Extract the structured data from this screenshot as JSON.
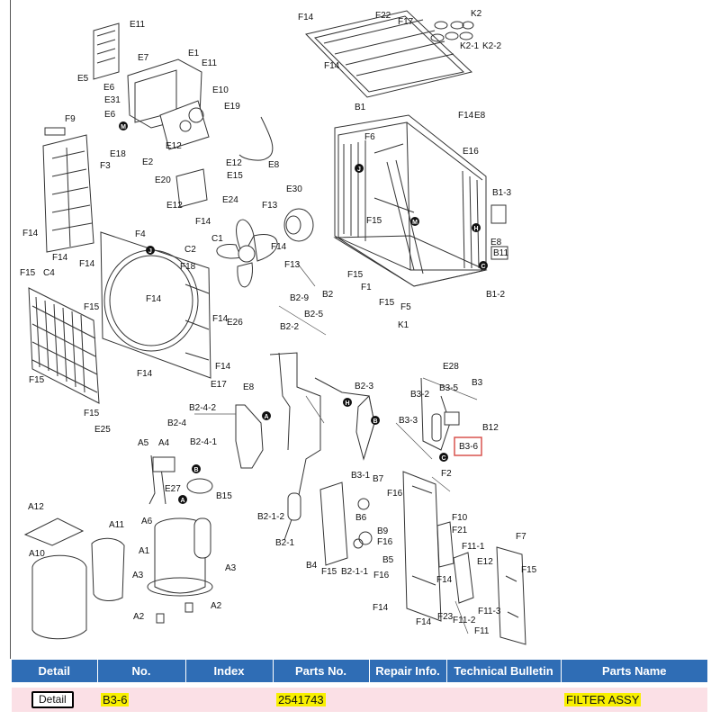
{
  "labels": [
    [
      "F14",
      331,
      22
    ],
    [
      "F22",
      417,
      20
    ],
    [
      "F17",
      442,
      27
    ],
    [
      "K2",
      523,
      18
    ],
    [
      "K2-1",
      511,
      54
    ],
    [
      "K2-2",
      536,
      54
    ],
    [
      "F14",
      360,
      76
    ],
    [
      "F14",
      509,
      131
    ],
    [
      "E8",
      527,
      131
    ],
    [
      "E16",
      514,
      171
    ],
    [
      "B1",
      394,
      122
    ],
    [
      "F6",
      405,
      155
    ],
    [
      "B1-3",
      547,
      217
    ],
    [
      "E8",
      545,
      272
    ],
    [
      "B11",
      548,
      284
    ],
    [
      "B1-2",
      540,
      330
    ],
    [
      "K1",
      442,
      364
    ],
    [
      "F5",
      445,
      344
    ],
    [
      "F15",
      421,
      339
    ],
    [
      "F1",
      401,
      322
    ],
    [
      "F15",
      386,
      308
    ],
    [
      "F15",
      407,
      248
    ],
    [
      "E11",
      144,
      30
    ],
    [
      "E7",
      153,
      67
    ],
    [
      "E1",
      209,
      62
    ],
    [
      "E11",
      224,
      73
    ],
    [
      "E5",
      86,
      90
    ],
    [
      "E6",
      115,
      100
    ],
    [
      "E10",
      236,
      103
    ],
    [
      "E31",
      116,
      114
    ],
    [
      "E6",
      116,
      130
    ],
    [
      "E19",
      249,
      121
    ],
    [
      "E18",
      122,
      174
    ],
    [
      "E2",
      158,
      183
    ],
    [
      "E12",
      184,
      165
    ],
    [
      "E8",
      298,
      186
    ],
    [
      "F9",
      72,
      135
    ],
    [
      "F3",
      111,
      187
    ],
    [
      "E20",
      172,
      203
    ],
    [
      "E12",
      251,
      184
    ],
    [
      "E15",
      252,
      198
    ],
    [
      "E12",
      185,
      231
    ],
    [
      "E24",
      247,
      225
    ],
    [
      "F14",
      217,
      249
    ],
    [
      "E30",
      318,
      213
    ],
    [
      "F13",
      291,
      231
    ],
    [
      "C1",
      235,
      268
    ],
    [
      "C2",
      205,
      280
    ],
    [
      "F14",
      301,
      277
    ],
    [
      "F13",
      316,
      297
    ],
    [
      "F18",
      200,
      299
    ],
    [
      "F4",
      150,
      263
    ],
    [
      "F14",
      25,
      262
    ],
    [
      "F14",
      58,
      289
    ],
    [
      "F14",
      88,
      296
    ],
    [
      "F15",
      22,
      306
    ],
    [
      "C4",
      48,
      306
    ],
    [
      "F15",
      93,
      344
    ],
    [
      "F14",
      162,
      335
    ],
    [
      "F14",
      236,
      357
    ],
    [
      "E26",
      252,
      361
    ],
    [
      "F14",
      239,
      410
    ],
    [
      "F14",
      152,
      418
    ],
    [
      "F15",
      32,
      425
    ],
    [
      "F15",
      93,
      462
    ],
    [
      "B2",
      358,
      330
    ],
    [
      "B2-9",
      322,
      334
    ],
    [
      "B2-5",
      338,
      352
    ],
    [
      "B2-2",
      311,
      366
    ],
    [
      "E17",
      234,
      430
    ],
    [
      "E8",
      270,
      433
    ],
    [
      "B2-4-2",
      210,
      456
    ],
    [
      "B2-4",
      186,
      473
    ],
    [
      "B2-4-1",
      211,
      494
    ],
    [
      "B2-3",
      394,
      432
    ],
    [
      "E28",
      492,
      410
    ],
    [
      "B3",
      524,
      428
    ],
    [
      "B3-2",
      456,
      441
    ],
    [
      "B3-5",
      488,
      434
    ],
    [
      "B3-3",
      443,
      470
    ],
    [
      "B12",
      536,
      478
    ],
    [
      "E25",
      105,
      480
    ],
    [
      "A5",
      153,
      495
    ],
    [
      "A4",
      176,
      495
    ],
    [
      "E27",
      183,
      546
    ],
    [
      "B15",
      240,
      554
    ],
    [
      "A6",
      157,
      582
    ],
    [
      "A12",
      31,
      566
    ],
    [
      "A11",
      121,
      586
    ],
    [
      "A10",
      32,
      618
    ],
    [
      "A1",
      154,
      615
    ],
    [
      "A3",
      147,
      642
    ],
    [
      "A3",
      250,
      634
    ],
    [
      "A2",
      148,
      688
    ],
    [
      "A2",
      234,
      676
    ],
    [
      "B2-1-2",
      286,
      577
    ],
    [
      "B2-1",
      306,
      606
    ],
    [
      "B3-1",
      390,
      531
    ],
    [
      "B7",
      414,
      535
    ],
    [
      "F2",
      490,
      529
    ],
    [
      "F16",
      430,
      551
    ],
    [
      "B6",
      395,
      578
    ],
    [
      "B9",
      419,
      593
    ],
    [
      "F16",
      419,
      605
    ],
    [
      "B5",
      425,
      625
    ],
    [
      "B4",
      340,
      631
    ],
    [
      "F15",
      357,
      638
    ],
    [
      "B2-1-1",
      379,
      638
    ],
    [
      "F16",
      415,
      642
    ],
    [
      "F10",
      502,
      578
    ],
    [
      "F21",
      502,
      592
    ],
    [
      "F11-1",
      513,
      610
    ],
    [
      "E12",
      530,
      627
    ],
    [
      "F14",
      485,
      647
    ],
    [
      "F23",
      486,
      688
    ],
    [
      "F11-2",
      503,
      692
    ],
    [
      "F11-3",
      531,
      682
    ],
    [
      "F14",
      414,
      678
    ],
    [
      "F14",
      462,
      694
    ],
    [
      "F11",
      527,
      704
    ],
    [
      "F7",
      573,
      599
    ],
    [
      "F15",
      579,
      636
    ]
  ],
  "markers": [
    [
      "M",
      137,
      140
    ],
    [
      "J",
      399,
      187
    ],
    [
      "M",
      461,
      246
    ],
    [
      "H",
      529,
      253
    ],
    [
      "C",
      537,
      295
    ],
    [
      "J",
      167,
      278
    ],
    [
      "A",
      296,
      462
    ],
    [
      "H",
      386,
      447
    ],
    [
      "B",
      417,
      467
    ],
    [
      "C",
      493,
      508
    ],
    [
      "A",
      203,
      555
    ],
    [
      "B",
      218,
      521
    ]
  ],
  "callout": "B3-6",
  "table": {
    "headers": [
      "Detail",
      "No.",
      "Index",
      "Parts No.",
      "Repair Info.",
      "Technical Bulletin",
      "Parts Name"
    ],
    "row": {
      "detail_button": "Detail",
      "no": "B3-6",
      "index": "",
      "parts_no": "2541743",
      "repair_info": "",
      "technical_bulletin": "",
      "parts_name": "FILTER ASSY"
    }
  },
  "colors": {
    "header_bg": "#2f6db5",
    "row_bg": "#fbe0e6",
    "highlight": "#f8f000",
    "callout_box": "#d9534f"
  }
}
